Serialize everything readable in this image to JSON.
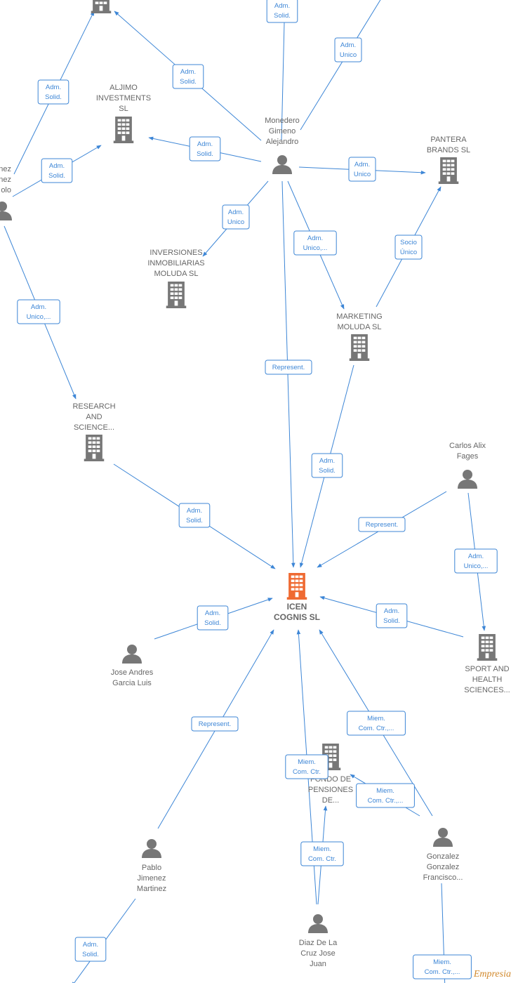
{
  "colors": {
    "edge": "#3d86d6",
    "icon_gray": "#777777",
    "icon_main": "#ef6a32",
    "label": "#666666"
  },
  "brand": "Empresia",
  "nodes": [
    {
      "id": "icen",
      "type": "building",
      "main": true,
      "label": [
        "ICEN",
        "COGNIS  SL"
      ]
    },
    {
      "id": "top_company",
      "type": "building",
      "label": []
    },
    {
      "id": "aljimo",
      "type": "building",
      "label": [
        "ALJIMO",
        "INVESTMENTS",
        "SL"
      ]
    },
    {
      "id": "monedero",
      "type": "person",
      "label": [
        "Monedero",
        "Gimeno",
        "Alejandro"
      ]
    },
    {
      "id": "pantera",
      "type": "building",
      "label": [
        "PANTERA",
        "BRANDS  SL"
      ]
    },
    {
      "id": "left_person",
      "type": "person",
      "label": [
        "nez",
        "nez",
        "olo"
      ]
    },
    {
      "id": "inversiones",
      "type": "building",
      "label": [
        "INVERSIONES",
        "INMOBILIARIAS",
        "MOLUDA  SL"
      ]
    },
    {
      "id": "marketing",
      "type": "building",
      "label": [
        "MARKETING",
        "MOLUDA  SL"
      ]
    },
    {
      "id": "research",
      "type": "building",
      "label": [
        "RESEARCH",
        "AND",
        "SCIENCE..."
      ]
    },
    {
      "id": "carlos",
      "type": "person",
      "label": [
        "Carlos Alix",
        "Fages"
      ]
    },
    {
      "id": "sport",
      "type": "building",
      "label": [
        "SPORT AND",
        "HEALTH",
        "SCIENCES..."
      ]
    },
    {
      "id": "jose_andres",
      "type": "person",
      "label": [
        "Jose Andres",
        "Garcia Luis"
      ]
    },
    {
      "id": "fondo",
      "type": "building",
      "label": [
        "FONDO DE",
        "PENSIONES",
        "DE..."
      ]
    },
    {
      "id": "pablo",
      "type": "person",
      "label": [
        "Pablo",
        "Jimenez",
        "Martinez"
      ]
    },
    {
      "id": "gonzalez",
      "type": "person",
      "label": [
        "Gonzalez",
        "Gonzalez",
        "Francisco..."
      ]
    },
    {
      "id": "diaz",
      "type": "person",
      "label": [
        "Diaz De La",
        "Cruz Jose",
        "Juan"
      ]
    }
  ],
  "edges": [
    {
      "from": "monedero",
      "to": "top_company",
      "label": [
        "Adm.",
        "Solid."
      ]
    },
    {
      "from": "monedero",
      "to": "top_offscreen_a",
      "label": [
        "Adm.",
        "Solid."
      ]
    },
    {
      "from": "monedero",
      "to": "top_offscreen_b",
      "label": [
        "Adm.",
        "Unico"
      ]
    },
    {
      "from": "left_person",
      "to": "top_company",
      "label": [
        "Adm.",
        "Solid."
      ]
    },
    {
      "from": "left_person",
      "to": "aljimo",
      "label": [
        "Adm.",
        "Solid."
      ]
    },
    {
      "from": "monedero",
      "to": "aljimo",
      "label": [
        "Adm.",
        "Solid."
      ]
    },
    {
      "from": "monedero",
      "to": "pantera",
      "label": [
        "Adm.",
        "Unico"
      ]
    },
    {
      "from": "monedero",
      "to": "inversiones",
      "label": [
        "Adm.",
        "Unico"
      ]
    },
    {
      "from": "monedero",
      "to": "marketing",
      "label": [
        "Adm.",
        "Unico,..."
      ]
    },
    {
      "from": "marketing",
      "to": "pantera",
      "label": [
        "Socio",
        "Único"
      ]
    },
    {
      "from": "left_person",
      "to": "research",
      "label": [
        "Adm.",
        "Unico,..."
      ]
    },
    {
      "from": "monedero",
      "to": "icen",
      "label": [
        "Represent."
      ]
    },
    {
      "from": "marketing",
      "to": "icen",
      "label": [
        "Adm.",
        "Solid."
      ]
    },
    {
      "from": "research",
      "to": "icen",
      "label": [
        "Adm.",
        "Solid."
      ]
    },
    {
      "from": "carlos",
      "to": "icen",
      "label": [
        "Represent."
      ]
    },
    {
      "from": "carlos",
      "to": "sport",
      "label": [
        "Adm.",
        "Unico,..."
      ]
    },
    {
      "from": "sport",
      "to": "icen",
      "label": [
        "Adm.",
        "Solid."
      ]
    },
    {
      "from": "jose_andres",
      "to": "icen",
      "label": [
        "Adm.",
        "Solid."
      ]
    },
    {
      "from": "pablo",
      "to": "icen",
      "label": [
        "Represent."
      ]
    },
    {
      "from": "gonzalez",
      "to": "icen",
      "label": [
        "Miem.",
        "Com. Ctr.,..."
      ]
    },
    {
      "from": "gonzalez",
      "to": "fondo",
      "label": [
        "Miem.",
        "Com. Ctr.,..."
      ]
    },
    {
      "from": "diaz",
      "to": "icen",
      "label": [
        "Miem.",
        "Com. Ctr."
      ]
    },
    {
      "from": "diaz",
      "to": "fondo",
      "label": [
        "Miem.",
        "Com. Ctr."
      ]
    },
    {
      "from": "pablo",
      "to": "bottom_offscreen_a",
      "label": [
        "Adm.",
        "Solid."
      ]
    },
    {
      "from": "gonzalez",
      "to": "bottom_offscreen_b",
      "label": [
        "Miem.",
        "Com. Ctr.,..."
      ]
    }
  ]
}
